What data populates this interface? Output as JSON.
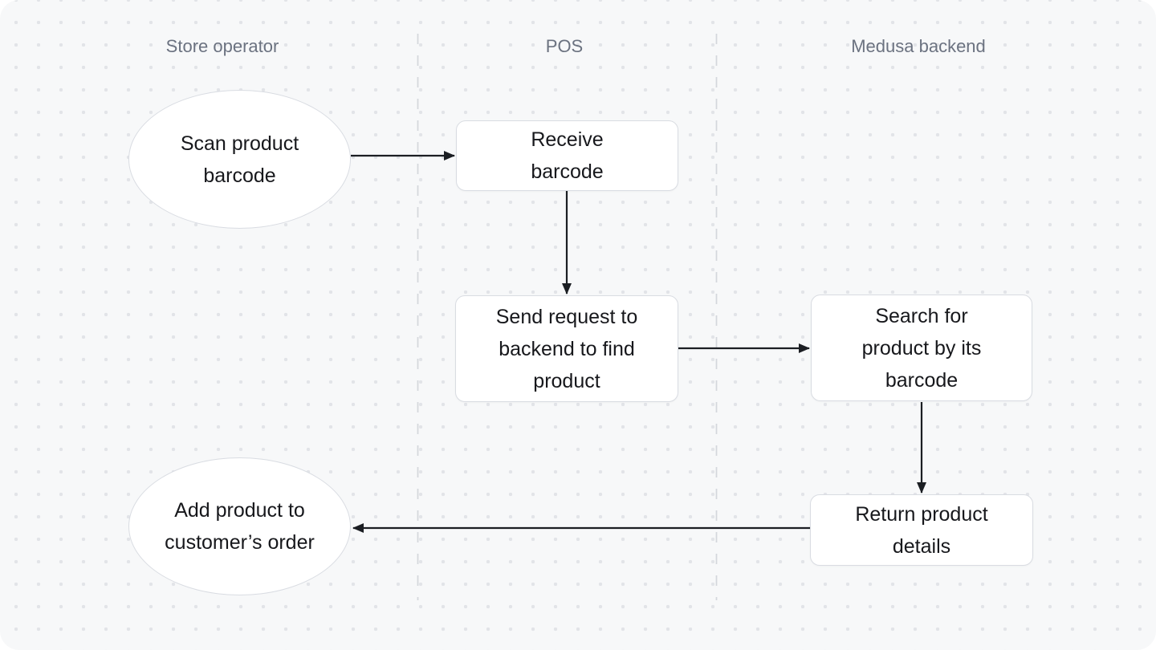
{
  "diagram": {
    "lanes": [
      {
        "label": "Store operator"
      },
      {
        "label": "POS"
      },
      {
        "label": "Medusa backend"
      }
    ],
    "nodes": {
      "scan": {
        "label": "Scan product\nbarcode",
        "shape": "ellipse",
        "lane": "Store operator"
      },
      "receive": {
        "label": "Receive\nbarcode",
        "shape": "rect",
        "lane": "POS"
      },
      "send": {
        "label": "Send request to\nbackend to find\nproduct",
        "shape": "rect",
        "lane": "POS"
      },
      "search": {
        "label": "Search for\nproduct by its\nbarcode",
        "shape": "rect",
        "lane": "Medusa backend"
      },
      "return": {
        "label": "Return product\ndetails",
        "shape": "rect",
        "lane": "Medusa backend"
      },
      "add": {
        "label": "Add product to\ncustomer’s order",
        "shape": "ellipse",
        "lane": "Store operator"
      }
    },
    "edges": [
      {
        "from": "Scan product barcode",
        "to": "Receive barcode"
      },
      {
        "from": "Receive barcode",
        "to": "Send request to backend to find product"
      },
      {
        "from": "Send request to backend to find product",
        "to": "Search for product by its barcode"
      },
      {
        "from": "Search for product by its barcode",
        "to": "Return product details"
      },
      {
        "from": "Return product details",
        "to": "Add product to customer’s order"
      }
    ],
    "colors": {
      "canvas_bg": "#f7f8f9",
      "grid_dot": "#e2e4e8",
      "node_bg": "#ffffff",
      "node_border": "#d9dce2",
      "node_text": "#17181c",
      "lane_label": "#6b7280",
      "lane_divider": "#d4d7dc",
      "arrow": "#1b1e23"
    }
  }
}
